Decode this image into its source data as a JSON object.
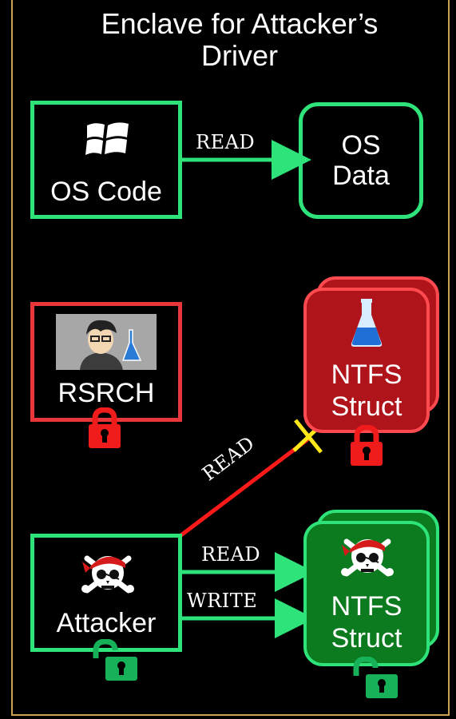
{
  "title_line1": "Enclave for Attacker’s",
  "title_line2": "Driver",
  "os_code": {
    "label": "OS Code"
  },
  "os_data": {
    "line1": "OS",
    "line2": "Data"
  },
  "rsrch": {
    "label": "RSRCH"
  },
  "ntfs_red": {
    "line1": "NTFS",
    "line2": "Struct"
  },
  "ntfs_green": {
    "line1": "NTFS",
    "line2": "Struct"
  },
  "attacker": {
    "label": "Attacker"
  },
  "arrows": {
    "os_read": "READ",
    "attacker_read_red": "READ",
    "attacker_read_green": "READ",
    "attacker_write_green": "WRITE"
  },
  "colors": {
    "green": "#2de37a",
    "red": "#e8363a",
    "frame": "#c9a352"
  },
  "icons": {
    "windows": "windows-logo-icon",
    "flask": "flask-icon",
    "skull": "pirate-skull-icon",
    "lock_closed": "lock-closed-icon",
    "lock_open": "lock-open-icon",
    "scientist": "scientist-image"
  }
}
